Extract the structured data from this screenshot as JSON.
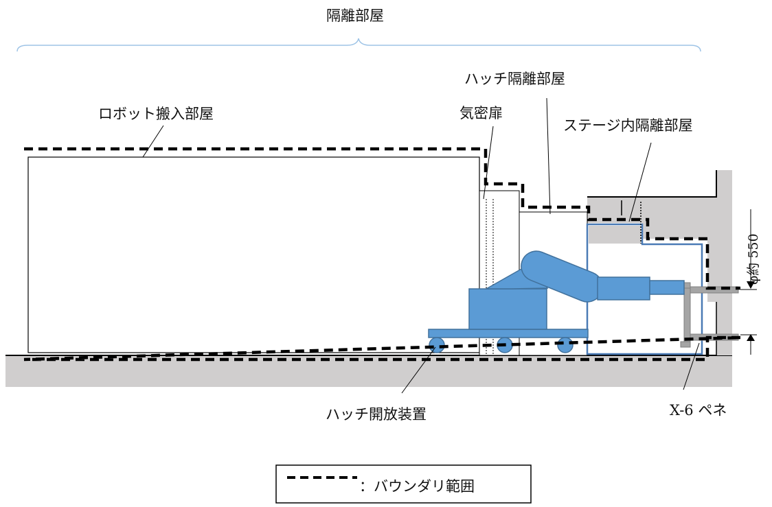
{
  "labels": {
    "isolation_room": "隔離部屋",
    "robot_room": "ロボット搬入部屋",
    "hatch_room": "ハッチ隔離部屋",
    "airtight_door": "気密扉",
    "stage_room": "ステージ内隔離部屋",
    "diameter": "φ約 550",
    "penetration": "X-6 ペネ",
    "hatch_device": "ハッチ開放装置"
  },
  "legend": {
    "text": "：バウンダリ範囲"
  },
  "colors": {
    "robot_fill": "#5b9bd5",
    "robot_stroke": "#41719c",
    "stage_blue": "#4a7ab5",
    "wall_gray": "#d0cece",
    "pipe_gray": "#a5a5a5",
    "brace": "#9dc3e6",
    "boundary": "#000000"
  }
}
